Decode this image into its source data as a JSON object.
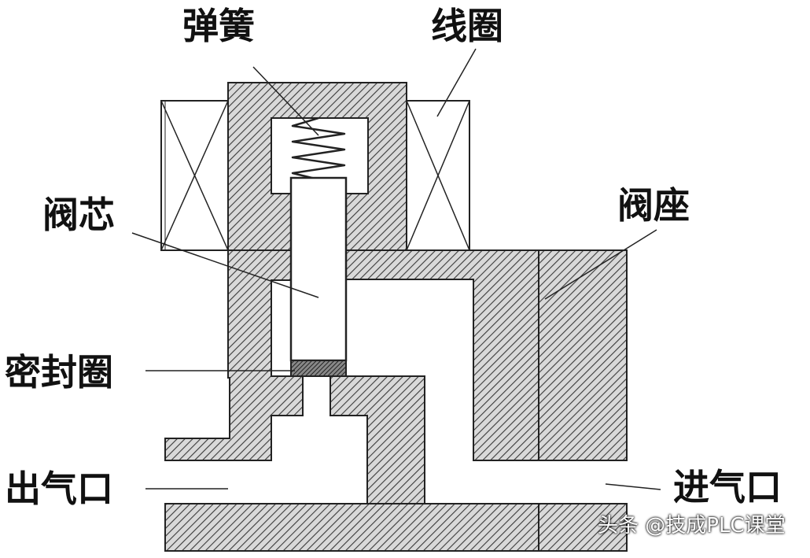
{
  "labels": {
    "spring": "弹簧",
    "coil": "线圈",
    "valve_core": "阀芯",
    "valve_seat": "阀座",
    "seal_ring": "密封圈",
    "outlet": "出气口",
    "inlet": "进气口"
  },
  "watermark": "头条 @技成PLC课堂",
  "colors": {
    "hatch_line": "#3a3a3a",
    "hatch_bg": "#d8d8d8",
    "outline": "#222222",
    "seal": "#555555"
  }
}
